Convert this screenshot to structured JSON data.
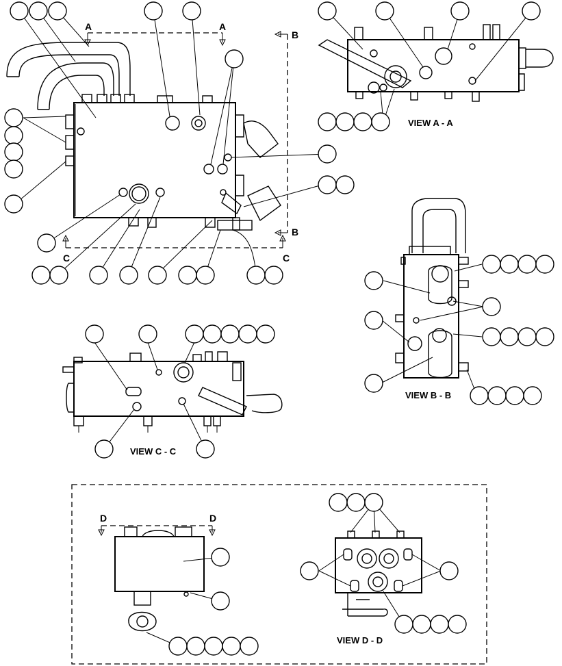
{
  "section_marks": {
    "a": "A",
    "b": "B",
    "c": "C",
    "d": "D"
  },
  "view_labels": {
    "view_a": "VIEW A - A",
    "view_b": "VIEW B - B",
    "view_c": "VIEW C - C",
    "view_d": "VIEW D - D"
  }
}
